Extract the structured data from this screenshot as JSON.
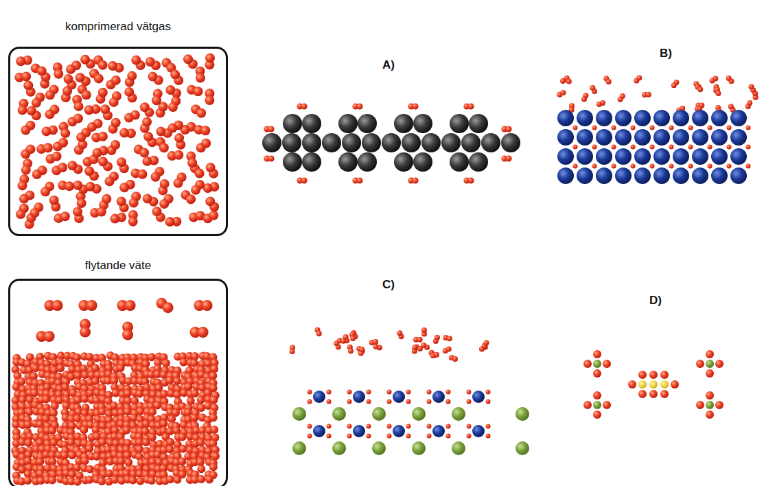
{
  "diagram": {
    "nodes": [
      {
        "text": [
          "komprimerad vätgas"
        ]
      },
      {
        "text": [
          "flytande väte"
        ]
      }
    ],
    "labels": [
      "A)",
      "B)",
      "C)",
      "D)"
    ]
  }
}
